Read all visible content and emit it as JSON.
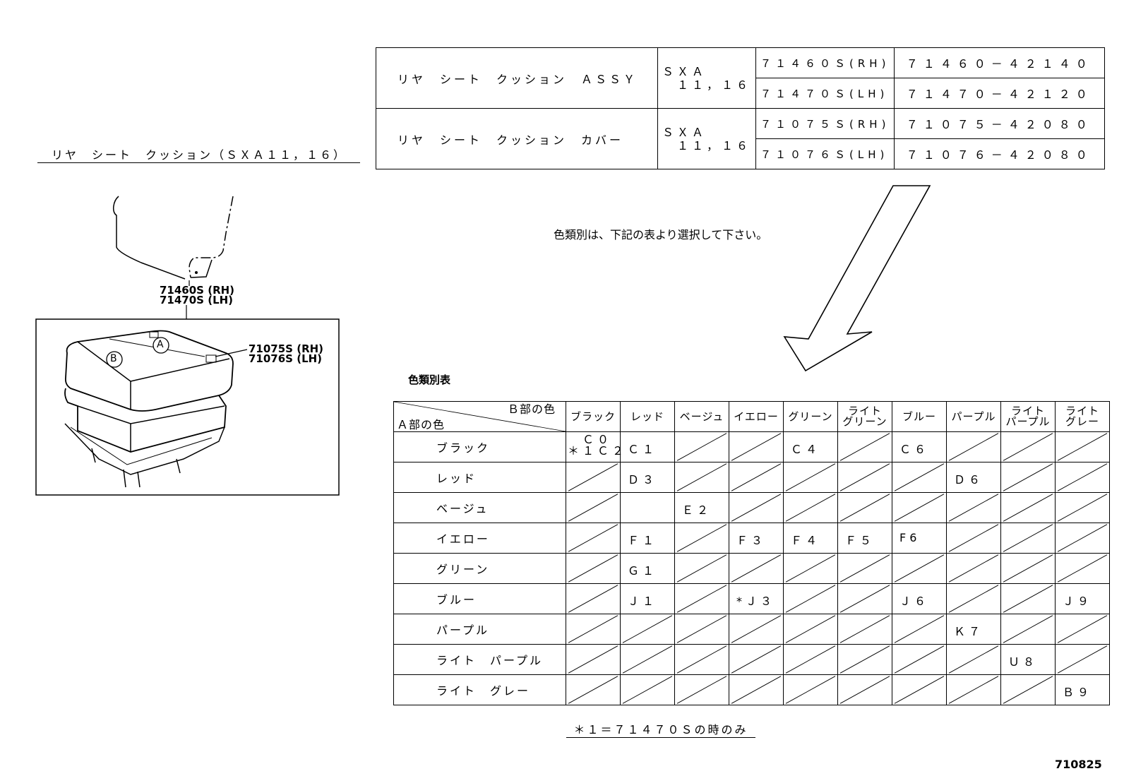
{
  "diagram_title": "リヤ　シート　クッション（ＳＸＡ１１，１６）",
  "callouts": {
    "cushion_rh": "71460S (RH)",
    "cushion_lh": "71470S (LH)",
    "cover_rh": "71075S (RH)",
    "cover_lh": "71076S (LH)",
    "marker_a": "A",
    "marker_b": "B"
  },
  "parts": [
    {
      "name": "リヤ　シート　クッション　ＡＳＳＹ",
      "model": "ＳＸＡ\n　１１，１６",
      "rows": [
        {
          "no": "７１４６０Ｓ(RH)",
          "pn": "７１４６０－４２１４０"
        },
        {
          "no": "７１４７０Ｓ(LH)",
          "pn": "７１４７０－４２１２０"
        }
      ]
    },
    {
      "name": "リヤ　シート　クッション　カバー",
      "model": "ＳＸＡ\n　１１，１６",
      "rows": [
        {
          "no": "７１０７５Ｓ(RH)",
          "pn": "７１０７５－４２０８０"
        },
        {
          "no": "７１０７６Ｓ(LH)",
          "pn": "７１０７６－４２０８０"
        }
      ]
    }
  ],
  "instruction": "色類別は、下記の表より選択して下さい。",
  "color_table_title": "色類別表",
  "corner_b": "Ｂ部の色",
  "corner_a": "Ａ部の色",
  "columns": [
    "ブラック",
    "レッド",
    "ベージュ",
    "イエロー",
    "グリーン",
    "ライト\nグリーン",
    "ブルー",
    "パープル",
    "ライト\nパープル",
    "ライト\nグレー"
  ],
  "rows": [
    {
      "label": "ブラック",
      "cells": [
        "Ｃ０\n＊１Ｃ２",
        "Ｃ１",
        "",
        "",
        "Ｃ４",
        "",
        "Ｃ６",
        "",
        "",
        ""
      ]
    },
    {
      "label": "レッド",
      "cells": [
        "",
        "Ｄ３",
        "",
        "",
        "",
        "",
        "",
        "Ｄ６",
        "",
        ""
      ]
    },
    {
      "label": "ベージュ",
      "cells": [
        "",
        "",
        "Ｅ２",
        "",
        "",
        "",
        "",
        "",
        "",
        ""
      ]
    },
    {
      "label": "イエロー",
      "cells": [
        "",
        "Ｆ１",
        "",
        "Ｆ３",
        "Ｆ４",
        "Ｆ５",
        "F6",
        "",
        "",
        ""
      ]
    },
    {
      "label": "グリーン",
      "cells": [
        "",
        "Ｇ１",
        "",
        "",
        "",
        "",
        "",
        "",
        "",
        ""
      ]
    },
    {
      "label": "ブルー",
      "cells": [
        "",
        "Ｊ１",
        "",
        "*Ｊ３",
        "",
        "",
        "Ｊ６",
        "",
        "",
        "Ｊ９"
      ]
    },
    {
      "label": "パープル",
      "cells": [
        "",
        "",
        "",
        "",
        "",
        "",
        "",
        "Ｋ７",
        "",
        ""
      ]
    },
    {
      "label": "ライト　パープル",
      "cells": [
        "",
        "",
        "",
        "",
        "",
        "",
        "",
        "",
        "Ｕ８",
        ""
      ]
    },
    {
      "label": "ライト　グレー",
      "cells": [
        "",
        "",
        "",
        "",
        "",
        "",
        "",
        "",
        "",
        "Ｂ９"
      ]
    }
  ],
  "blank_cells": [
    [
      0,
      2
    ],
    [
      0,
      3
    ],
    [
      0,
      5
    ],
    [
      0,
      7
    ],
    [
      0,
      8
    ],
    [
      0,
      9
    ],
    [
      1,
      0
    ],
    [
      1,
      2
    ],
    [
      1,
      3
    ],
    [
      1,
      4
    ],
    [
      1,
      5
    ],
    [
      1,
      6
    ],
    [
      1,
      8
    ],
    [
      1,
      9
    ],
    [
      2,
      0
    ],
    [
      2,
      3
    ],
    [
      2,
      4
    ],
    [
      2,
      5
    ],
    [
      2,
      6
    ],
    [
      2,
      7
    ],
    [
      2,
      8
    ],
    [
      2,
      9
    ],
    [
      3,
      0
    ],
    [
      3,
      2
    ],
    [
      3,
      7
    ],
    [
      3,
      8
    ],
    [
      3,
      9
    ],
    [
      4,
      0
    ],
    [
      4,
      2
    ],
    [
      4,
      3
    ],
    [
      4,
      4
    ],
    [
      4,
      5
    ],
    [
      4,
      6
    ],
    [
      4,
      7
    ],
    [
      4,
      8
    ],
    [
      4,
      9
    ],
    [
      5,
      0
    ],
    [
      5,
      2
    ],
    [
      5,
      4
    ],
    [
      5,
      5
    ],
    [
      5,
      7
    ],
    [
      5,
      8
    ],
    [
      6,
      0
    ],
    [
      6,
      1
    ],
    [
      6,
      2
    ],
    [
      6,
      3
    ],
    [
      6,
      4
    ],
    [
      6,
      5
    ],
    [
      6,
      6
    ],
    [
      6,
      8
    ],
    [
      6,
      9
    ],
    [
      7,
      0
    ],
    [
      7,
      1
    ],
    [
      7,
      2
    ],
    [
      7,
      3
    ],
    [
      7,
      4
    ],
    [
      7,
      5
    ],
    [
      7,
      6
    ],
    [
      7,
      7
    ],
    [
      7,
      9
    ],
    [
      8,
      0
    ],
    [
      8,
      1
    ],
    [
      8,
      2
    ],
    [
      8,
      3
    ],
    [
      8,
      4
    ],
    [
      8,
      5
    ],
    [
      8,
      6
    ],
    [
      8,
      7
    ],
    [
      8,
      8
    ]
  ],
  "footnote": "＊１＝７１４７０Ｓの時のみ",
  "page_code": "710825"
}
